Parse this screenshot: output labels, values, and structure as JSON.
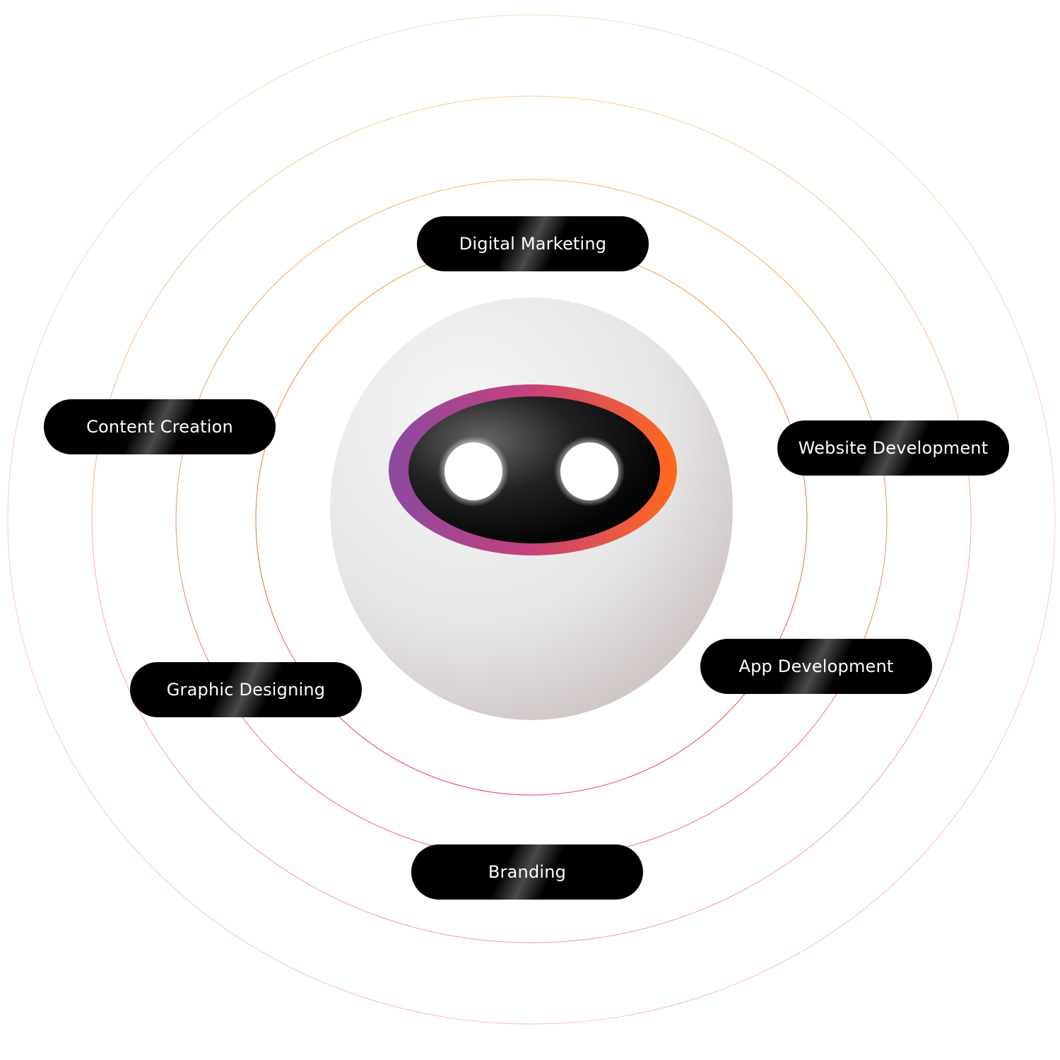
{
  "services": [
    {
      "label": "Digital Marketing"
    },
    {
      "label": "Content Creation"
    },
    {
      "label": "Website Development"
    },
    {
      "label": "App Development"
    },
    {
      "label": "Graphic Designing"
    },
    {
      "label": "Branding"
    }
  ],
  "colors": {
    "ring_top": "#f39a3a",
    "ring_bottom": "#f06a8a",
    "pill": "#000000",
    "visor_left": "#7a3a9a",
    "visor_right": "#ff6a1a"
  }
}
